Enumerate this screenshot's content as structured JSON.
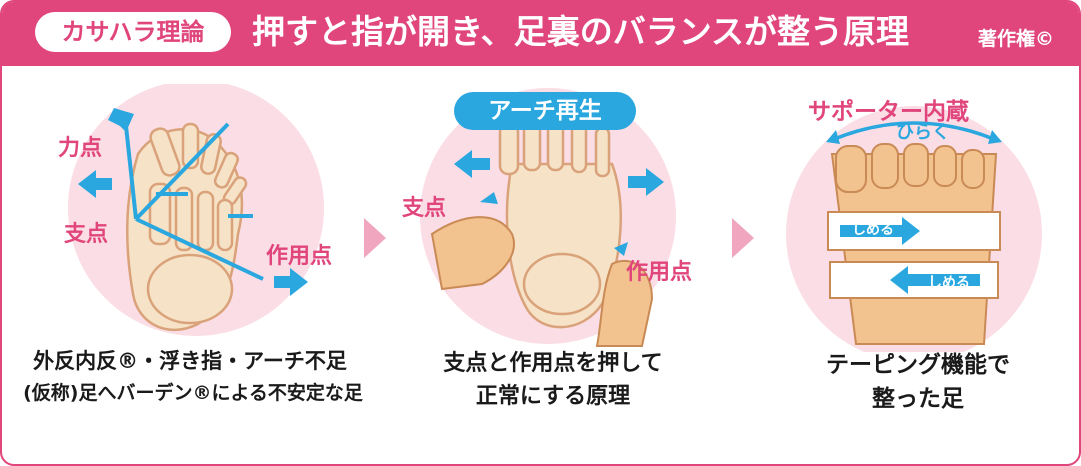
{
  "header": {
    "badge": "カサハラ理論",
    "title": "押すと指が開き、足裏のバランスが整う原理",
    "copyright": "著作権©"
  },
  "panel1": {
    "label_force": "力点",
    "label_fulcrum": "支点",
    "label_action": "作用点",
    "caption_line1": "外反内反®・浮き指・アーチ不足",
    "caption_line2": "(仮称)足へバーデン®による不安定な足"
  },
  "panel2": {
    "pill": "アーチ再生",
    "label_fulcrum": "支点",
    "label_action": "作用点",
    "caption_line1": "支点と作用点を押して",
    "caption_line2": "正常にする原理"
  },
  "panel3": {
    "title": "サポーター内蔵",
    "label_open": "ひらく",
    "label_tighten1": "しめる",
    "label_tighten2": "しめる",
    "caption_line1": "テーピング機能で",
    "caption_line2": "整った足"
  },
  "colors": {
    "accent_pink": "#e0457b",
    "accent_blue": "#2aa7df",
    "circle_bg": "#fbdde5",
    "bone": "#f6e2c6",
    "skin": "#f2c28f"
  }
}
